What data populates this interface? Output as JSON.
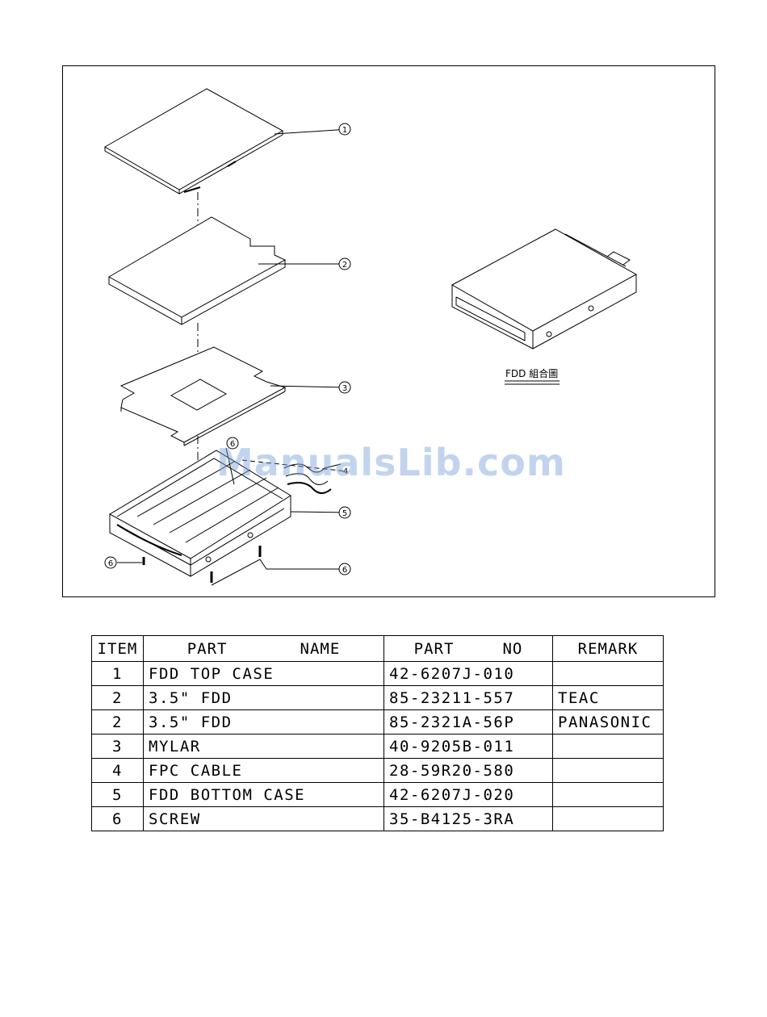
{
  "callouts": [
    "1",
    "2",
    "3",
    "5",
    "6",
    "6",
    "6",
    "4"
  ],
  "assembly_caption": "FDD 組合圖",
  "watermark": "ManualsLib.com",
  "table": {
    "headers": {
      "item": "ITEM",
      "part_name_a": "PART",
      "part_name_b": "NAME",
      "part_no_a": "PART",
      "part_no_b": "NO",
      "remark": "REMARK"
    },
    "rows": [
      {
        "item": "1",
        "name": "FDD TOP CASE",
        "part_no": "42-6207J-010",
        "remark": ""
      },
      {
        "item": "2",
        "name": "3.5\" FDD",
        "part_no": "85-23211-557",
        "remark": "TEAC"
      },
      {
        "item": "2",
        "name": "3.5\" FDD",
        "part_no": "85-2321A-56P",
        "remark": "PANASONIC"
      },
      {
        "item": "3",
        "name": "MYLAR",
        "part_no": "40-9205B-011",
        "remark": ""
      },
      {
        "item": "4",
        "name": "FPC CABLE",
        "part_no": "28-59R20-580",
        "remark": ""
      },
      {
        "item": "5",
        "name": "FDD BOTTOM CASE",
        "part_no": "42-6207J-020",
        "remark": ""
      },
      {
        "item": "6",
        "name": "SCREW",
        "part_no": "35-B4125-3RA",
        "remark": ""
      }
    ]
  }
}
